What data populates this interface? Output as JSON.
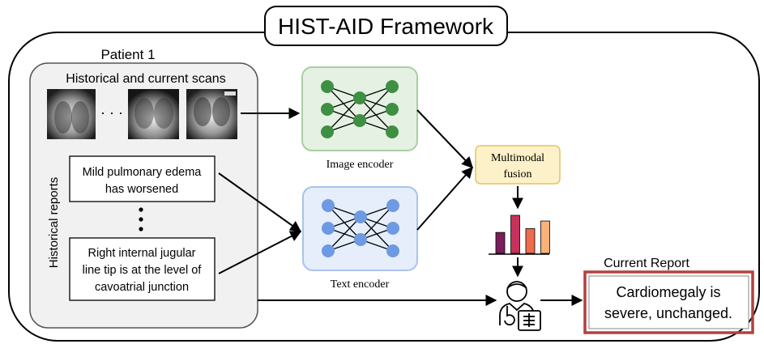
{
  "title": "HIST-AID Framework",
  "patient": {
    "label": "Patient 1",
    "scans_title": "Historical and current scans",
    "scans_ellipsis": "· · ·",
    "reports_vertical_label": "Historical reports",
    "report1": [
      "Mild pulmonary edema",
      "has worsened"
    ],
    "report2": [
      "Right internal jugular",
      "line tip is at the level of",
      "cavoatrial junction"
    ]
  },
  "image_encoder": {
    "label": "Image encoder",
    "node_color": "#3f8f43",
    "box_fill": "#e5f1e3",
    "box_stroke": "#a9cfa3"
  },
  "text_encoder": {
    "label": "Text encoder",
    "node_color": "#6d9ae2",
    "box_fill": "#e6eefb",
    "box_stroke": "#a9c2ee"
  },
  "fusion": {
    "lines": [
      "Multimodal",
      "fusion"
    ],
    "fill": "#fdf1c9",
    "stroke": "#e7c35a"
  },
  "bar_chart": {
    "values": [
      0.55,
      1.0,
      0.65,
      0.85
    ],
    "colors": [
      "#7a1e5c",
      "#c7315c",
      "#ee6c4b",
      "#f9b27a"
    ]
  },
  "current_report": {
    "title": "Current Report",
    "lines": [
      "Cardiomegaly is",
      "severe, unchanged."
    ],
    "border_color": "#b3403f"
  }
}
